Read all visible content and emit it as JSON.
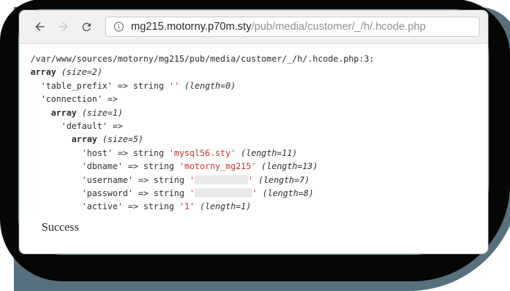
{
  "colors": {
    "backdrop_black": "#060606",
    "backdrop_slate": "#57707e",
    "toolbar_bg": "#f1f1f1",
    "string_red": "#c5352f",
    "redaction_gray": "#e9e9e9"
  },
  "browser": {
    "toolbar": {
      "back_icon": "arrow-left",
      "forward_icon": "arrow-right",
      "reload_icon": "reload-circular-arrow",
      "address": {
        "page_info_icon": "info-circle",
        "host": "mg215.motorny.p70m.sty",
        "path": "/pub/media/customer/_/h/.hcode.php"
      }
    }
  },
  "page": {
    "dump_lines": [
      {
        "tokens": [
          {
            "t": "/var/www/sources/motorny/mg215/pub/media/customer/_/h/.hcode.php:3:"
          }
        ]
      },
      {
        "tokens": [
          {
            "t": "array",
            "c": "b"
          },
          {
            "t": " "
          },
          {
            "t": "(size=2)",
            "c": "i"
          }
        ]
      },
      {
        "tokens": [
          {
            "t": "  'table_prefix' => string "
          },
          {
            "t": "''",
            "c": "r"
          },
          {
            "t": " "
          },
          {
            "t": "(length=0)",
            "c": "i"
          }
        ]
      },
      {
        "tokens": [
          {
            "t": "  'connection' =>"
          }
        ]
      },
      {
        "tokens": [
          {
            "t": "    "
          },
          {
            "t": "array",
            "c": "b"
          },
          {
            "t": " "
          },
          {
            "t": "(size=1)",
            "c": "i"
          }
        ]
      },
      {
        "tokens": [
          {
            "t": "      'default' =>"
          }
        ]
      },
      {
        "tokens": [
          {
            "t": "        "
          },
          {
            "t": "array",
            "c": "b"
          },
          {
            "t": " "
          },
          {
            "t": "(size=5)",
            "c": "i"
          }
        ]
      },
      {
        "tokens": [
          {
            "t": "          'host' => string "
          },
          {
            "t": "'mysql56.sty'",
            "c": "r"
          },
          {
            "t": " "
          },
          {
            "t": "(length=11)",
            "c": "i"
          }
        ]
      },
      {
        "tokens": [
          {
            "t": "          'dbname' => string "
          },
          {
            "t": "'motorny_mg215'",
            "c": "r"
          },
          {
            "t": " "
          },
          {
            "t": "(length=13)",
            "c": "i"
          }
        ]
      },
      {
        "tokens": [
          {
            "t": "          'username' => string "
          },
          {
            "t": "'",
            "c": "r"
          },
          {
            "c": "x",
            "w": 77
          },
          {
            "t": "'",
            "c": "r"
          },
          {
            "t": " "
          },
          {
            "t": "(length=7)",
            "c": "i"
          }
        ]
      },
      {
        "tokens": [
          {
            "t": "          'password' => string "
          },
          {
            "t": "'",
            "c": "r"
          },
          {
            "c": "x",
            "w": 83
          },
          {
            "t": "'",
            "c": "r"
          },
          {
            "t": " "
          },
          {
            "t": "(length=8)",
            "c": "i"
          }
        ]
      },
      {
        "tokens": [
          {
            "t": "          'active' => string "
          },
          {
            "t": "'1'",
            "c": "r"
          },
          {
            "t": " "
          },
          {
            "t": "(length=1)",
            "c": "i"
          }
        ]
      }
    ],
    "footer": "Success"
  }
}
